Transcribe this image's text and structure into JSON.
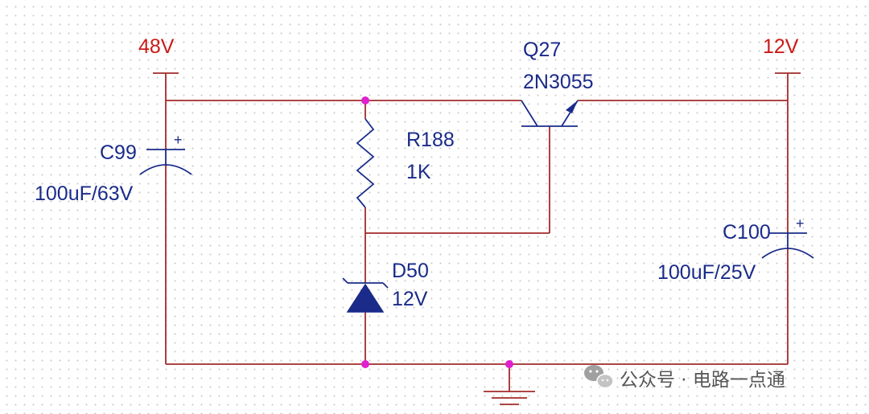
{
  "power_rails": {
    "input": "48V",
    "output": "12V"
  },
  "capacitor_in": {
    "ref": "C99",
    "value": "100uF/63V",
    "polarity": "+"
  },
  "capacitor_out": {
    "ref": "C100",
    "value": "100uF/25V",
    "polarity": "+"
  },
  "resistor": {
    "ref": "R188",
    "value": "1K"
  },
  "transistor": {
    "ref": "Q27",
    "part": "2N3055"
  },
  "zener": {
    "ref": "D50",
    "value": "12V"
  },
  "watermark": {
    "text": "公众号 · 电路一点通"
  },
  "colors": {
    "wire": "#a32a2a",
    "component": "#1a2b8a",
    "power_label": "#cc1a1a",
    "junction": "#e01fcf",
    "grid_dot": "#c8c8c8"
  }
}
